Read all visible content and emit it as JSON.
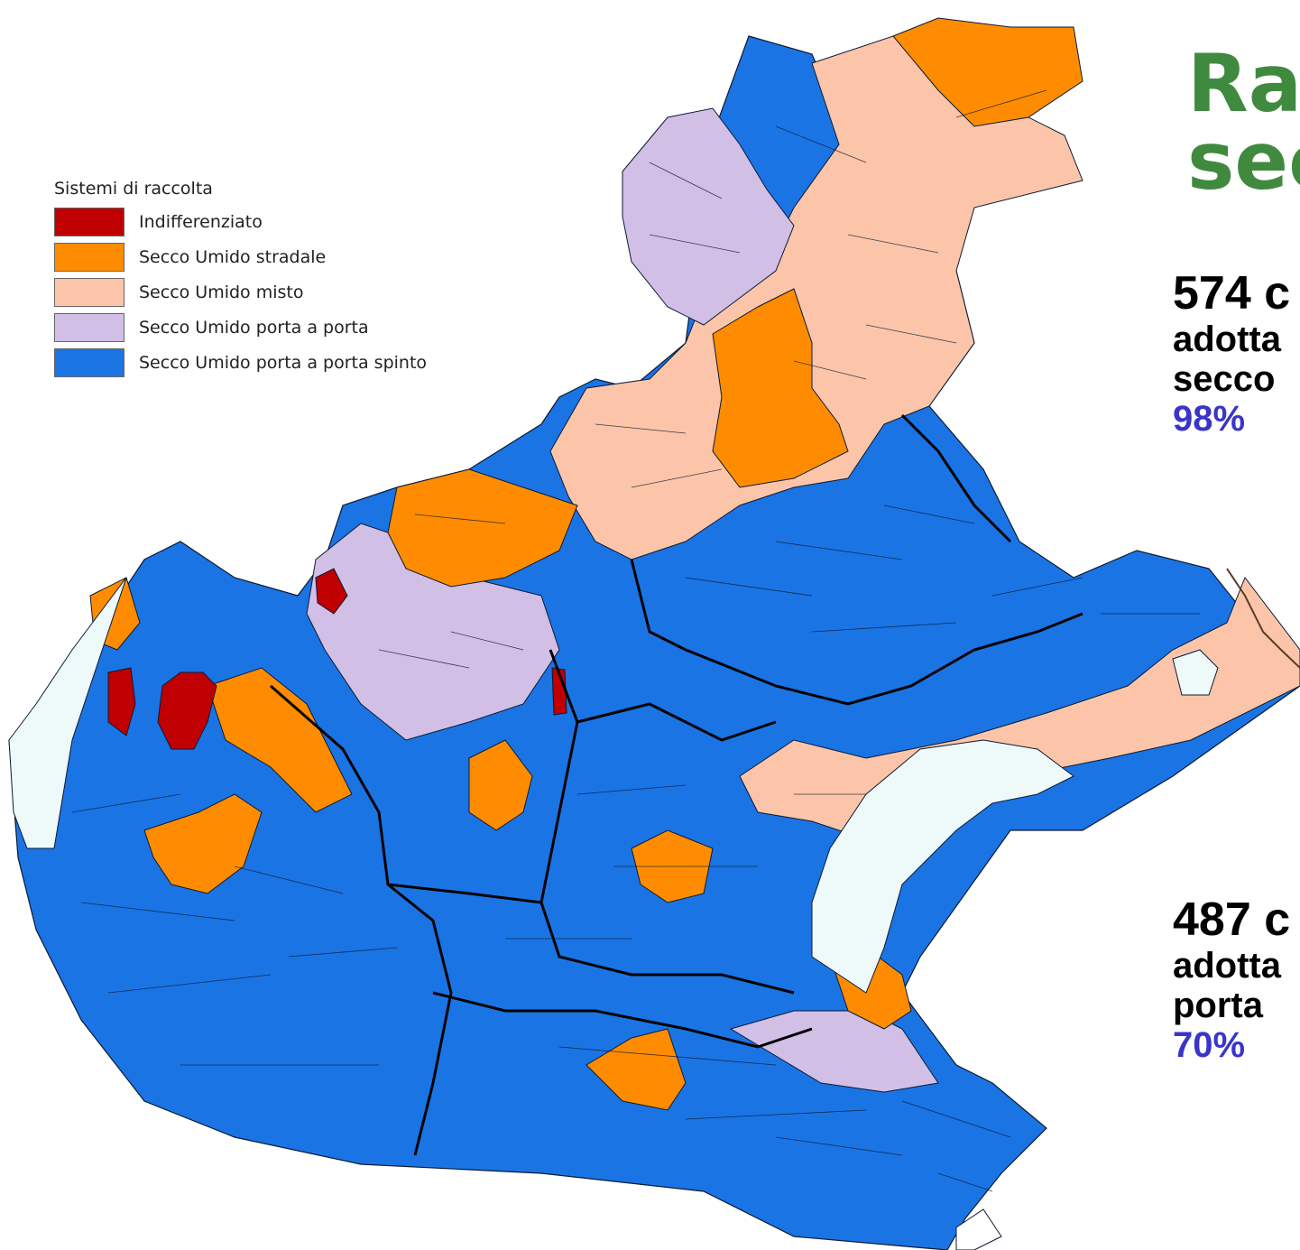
{
  "legend": {
    "title": "Sistemi di raccolta",
    "items": [
      {
        "label": "Indifferenziato",
        "color": "#c00000"
      },
      {
        "label": "Secco Umido stradale",
        "color": "#ff8c00"
      },
      {
        "label": "Secco Umido misto",
        "color": "#fcc5a9"
      },
      {
        "label": "Secco Umido porta a porta",
        "color": "#d2bfe6"
      },
      {
        "label": "Secco Umido porta a porta spinto",
        "color": "#1b74e4"
      }
    ]
  },
  "title": {
    "line1": "Ra",
    "line2": "sec"
  },
  "stats": [
    {
      "count": "574 c",
      "line1": "adotta",
      "line2": "secco",
      "percent": "98%"
    },
    {
      "count": "487 c",
      "line1": "adotta",
      "line2": "porta",
      "percent": "70%"
    }
  ],
  "colors": {
    "title": "#3f8a3f",
    "percent": "#3a35c8",
    "water": "#eefafa"
  }
}
